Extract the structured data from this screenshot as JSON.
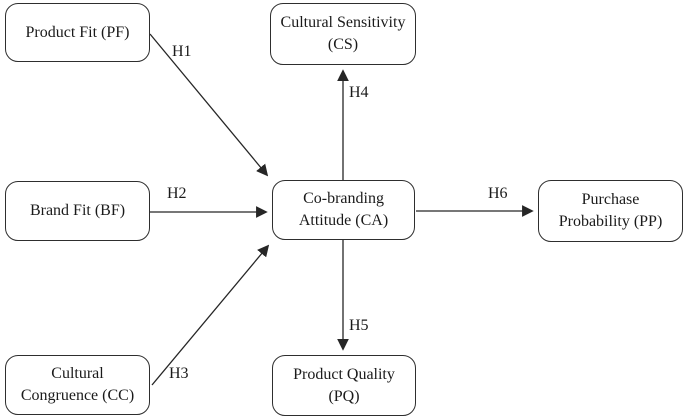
{
  "diagram": {
    "colors": {
      "background": "#ffffff",
      "stroke": "#262626",
      "text": "#1a1a1a"
    },
    "nodes": {
      "pf": {
        "lines": [
          "Product Fit (PF)"
        ]
      },
      "cs": {
        "lines": [
          "Cultural Sensitivity",
          "(CS)"
        ]
      },
      "bf": {
        "lines": [
          "Brand Fit (BF)"
        ]
      },
      "cc": {
        "lines": [
          "Cultural",
          "Congruence (CC)"
        ]
      },
      "ca": {
        "lines": [
          "Co-branding",
          "Attitude (CA)"
        ]
      },
      "pp": {
        "lines": [
          "Purchase",
          "Probability (PP)"
        ]
      },
      "pq": {
        "lines": [
          "Product Quality",
          "(PQ)"
        ]
      }
    },
    "edges": {
      "h1": {
        "label": "H1",
        "from": "Product Fit (PF)",
        "to": "Co-branding Attitude (CA)"
      },
      "h2": {
        "label": "H2",
        "from": "Brand Fit (BF)",
        "to": "Co-branding Attitude (CA)"
      },
      "h3": {
        "label": "H3",
        "from": "Cultural Congruence (CC)",
        "to": "Co-branding Attitude (CA)"
      },
      "h4": {
        "label": "H4",
        "from": "Co-branding Attitude (CA)",
        "to": "Cultural Sensitivity (CS)"
      },
      "h5": {
        "label": "H5",
        "from": "Co-branding Attitude (CA)",
        "to": "Product Quality (PQ)"
      },
      "h6": {
        "label": "H6",
        "from": "Co-branding Attitude (CA)",
        "to": "Purchase Probability (PP)"
      }
    }
  }
}
